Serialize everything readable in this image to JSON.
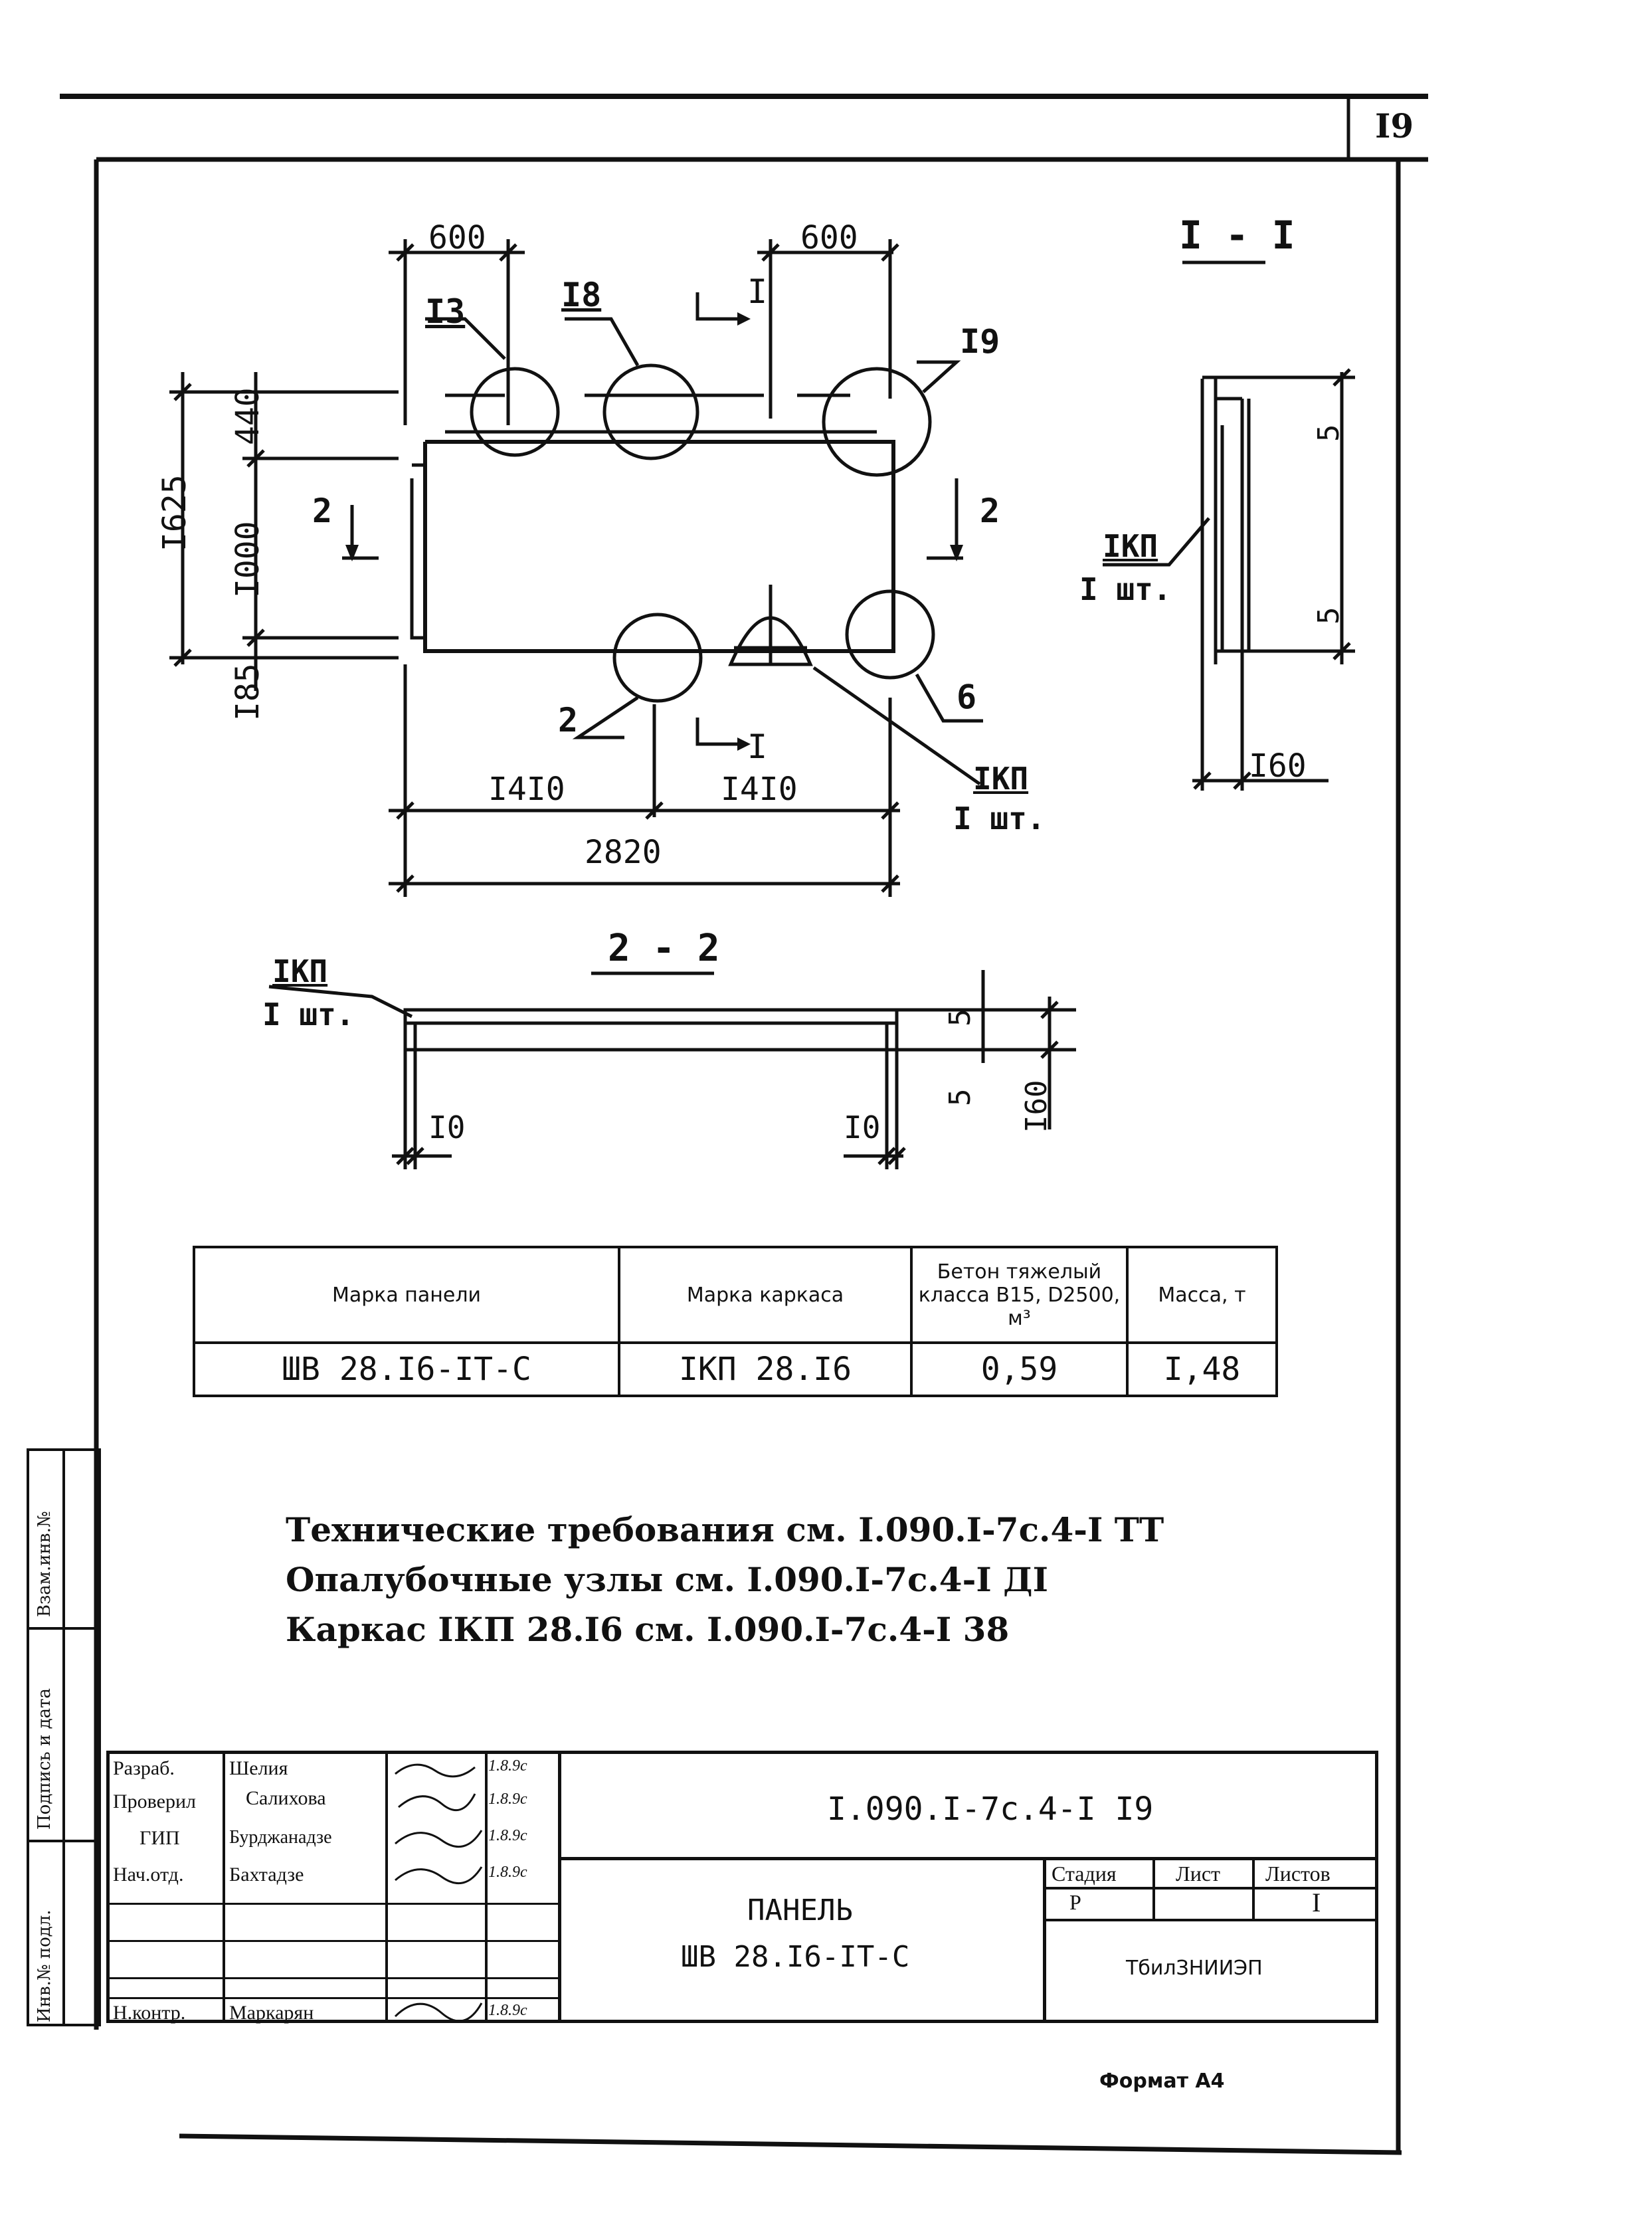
{
  "sheet_number": "I9",
  "section_labels": {
    "section_1": "I - I",
    "section_2": "2 - 2",
    "cut_1": "I",
    "cut_2": "2"
  },
  "dimensions": {
    "top_left": "600",
    "top_right": "600",
    "left_total": "I625",
    "left_top": "440",
    "left_mid": "I000",
    "left_bottom": "I85",
    "bottom_half_left": "I4I0",
    "bottom_half_right": "I4I0",
    "bottom_total": "2820",
    "sec1_top": "5",
    "sec1_mid": "5",
    "sec1_thickness": "I60",
    "sec2_top": "5",
    "sec2_mid": "5",
    "sec2_thickness": "I60",
    "sec2_left": "I0",
    "sec2_right": "I0"
  },
  "node_refs": {
    "n13": "I3",
    "n18": "I8",
    "n19": "I9",
    "n2": "2",
    "n6": "6"
  },
  "frame_callout": {
    "mark": "IКП",
    "qty": "I шт."
  },
  "spec_table": {
    "headers": [
      "Марка панели",
      "Марка каркаса",
      "Бетон тяжелый класса B15, D2500, м³",
      "Масса, т"
    ],
    "row": [
      "ШВ 28.I6-IТ-С",
      "IКП 28.I6",
      "0,59",
      "I,48"
    ]
  },
  "notes": [
    "Технические требования см. I.090.I-7с.4-I ТТ",
    "Опалубочные узлы см. I.090.I-7с.4-I ДI",
    "Каркас IКП 28.I6 см. I.090.I-7с.4-I 38"
  ],
  "side_stamp": [
    "Инв.№ подл.",
    "Подпись и дата",
    "Взам.инв.№"
  ],
  "title_block": {
    "rows": [
      {
        "role": "Разраб.",
        "name": "Шелия",
        "date": "1.8.9с"
      },
      {
        "role": "Проверил",
        "name": "Салихова",
        "date": "1.8.9с"
      },
      {
        "role": "ГИП",
        "name": "Бурджанадзе",
        "date": "1.8.9с"
      },
      {
        "role": "Нач.отд.",
        "name": "Бахтадзе",
        "date": "1.8.9с"
      },
      {
        "role": "",
        "name": "",
        "date": ""
      },
      {
        "role": "",
        "name": "",
        "date": ""
      },
      {
        "role": "Н.контр.",
        "name": "Маркарян",
        "date": "1.8.9с"
      }
    ],
    "doc_code": "I.090.I-7с.4-I I9",
    "title_line1": "ПАНЕЛЬ",
    "title_line2": "ШВ 28.I6-IТ-С",
    "stage_label": "Стадия",
    "sheet_label": "Лист",
    "sheets_label": "Листов",
    "stage_value": "Р",
    "sheet_value": "",
    "sheets_value": "I",
    "organization": "ТбилЗНИИЭП"
  },
  "format": "Формат А4"
}
